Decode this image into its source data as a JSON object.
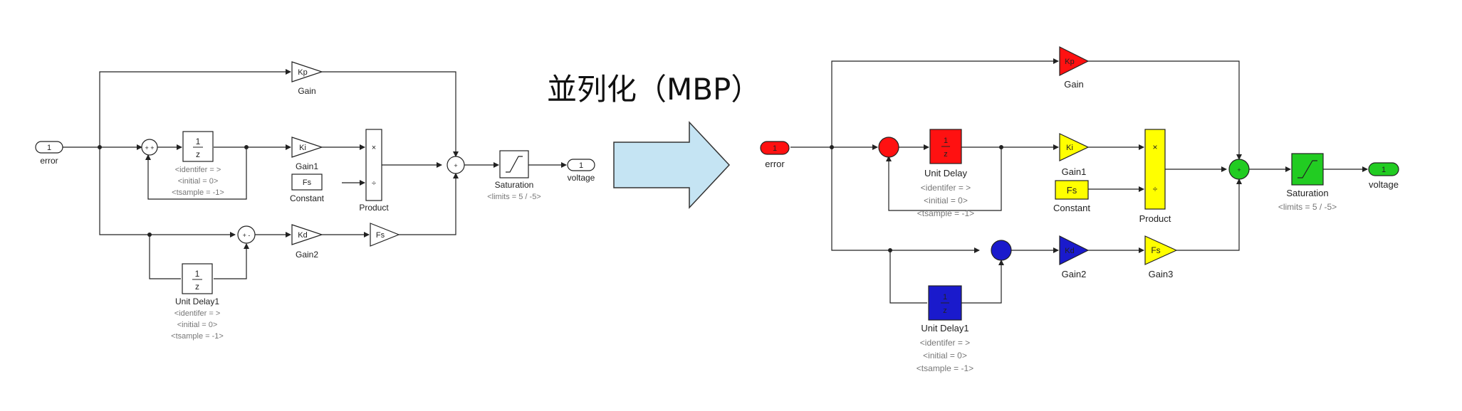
{
  "title": "並列化（MBP）",
  "colors": {
    "red": "#ff1111",
    "yellow": "#ffff00",
    "blue": "#1a1acc",
    "green": "#22cc22",
    "arrow_fill": "#c5e4f3",
    "arrow_stroke": "#333333"
  },
  "left": {
    "inport_num": "1",
    "inport_label": "error",
    "kp": "Kp",
    "kp_label": "Gain",
    "ki": "Ki",
    "ki_label": "Gain1",
    "kd": "Kd",
    "kd_label": "Gain2",
    "fs_gain": "Fs",
    "const": "Fs",
    "const_label": "Constant",
    "product_label": "Product",
    "ud_num": "1",
    "ud_den": "z",
    "ud1_label": "Unit Delay1",
    "ud_identifier": "<identifer = >",
    "ud_initial": "<initial = 0>",
    "ud_tsample": "<tsample = -1>",
    "sat_label": "Saturation",
    "sat_limits": "<limits = 5 / -5>",
    "outport_num": "1",
    "outport_label": "voltage"
  },
  "right": {
    "inport_num": "1",
    "inport_label": "error",
    "kp": "Kp",
    "kp_label": "Gain",
    "ki": "Ki",
    "ki_label": "Gain1",
    "kd": "Kd",
    "kd_label": "Gain2",
    "fs_gain": "Fs",
    "fs_gain_label": "Gain3",
    "const": "Fs",
    "const_label": "Constant",
    "product_label": "Product",
    "ud_num": "1",
    "ud_den": "z",
    "ud_label": "Unit Delay",
    "ud1_label": "Unit Delay1",
    "ud_identifier": "<identifer = >",
    "ud_initial": "<initial = 0>",
    "ud_tsample": "<tsample = -1>",
    "sat_label": "Saturation",
    "sat_limits": "<limits = 5 / -5>",
    "outport_num": "1",
    "outport_label": "voltage"
  }
}
